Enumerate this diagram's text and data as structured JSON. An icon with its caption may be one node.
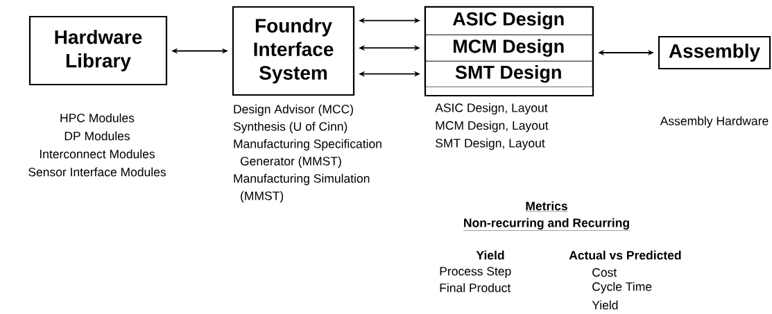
{
  "diagram": {
    "nodes": [
      {
        "text": [
          "Hardware Library"
        ],
        "beside": [
          "HPC Modules",
          "DP Modules",
          "Interconnect Modules",
          "Sensor Interface Modules"
        ]
      },
      {
        "text": [
          "Foundry Interface System"
        ],
        "beside": [
          "Design Advisor (MCC)",
          "Synthesis (U of Cinn)",
          "Manufacturing Specification Generator (MMST)",
          "Manufacturing Simulation (MMST)"
        ]
      },
      {
        "text": [],
        "shape": "box",
        "beside": [
          "ASIC Design, Layout",
          "MCM Design, Layout",
          "SMT Design, Layout"
        ]
      },
      {
        "text": [
          "ASIC Design"
        ],
        "in": 2
      },
      {
        "text": [
          "MCM Design"
        ],
        "in": 2
      },
      {
        "text": [
          "SMT Design"
        ],
        "in": 2
      },
      {
        "text": [
          "Assembly"
        ],
        "beside": [
          "Assembly Hardware"
        ]
      }
    ],
    "edges": [
      {
        "from": 0,
        "to": 1,
        "arrow": "both"
      },
      {
        "from": 1,
        "to": 3,
        "arrow": "both"
      },
      {
        "from": 1,
        "to": 4,
        "arrow": "both"
      },
      {
        "from": 1,
        "to": 5,
        "arrow": "both"
      },
      {
        "from": 2,
        "to": 6,
        "arrow": "both"
      }
    ],
    "labels": [
      "Metrics",
      "Non-recurring and Recurring",
      "Yield",
      "Process Step",
      "Final Product",
      "Actual vs Predicted",
      "Cost",
      "Cycle Time",
      "Yield"
    ]
  }
}
